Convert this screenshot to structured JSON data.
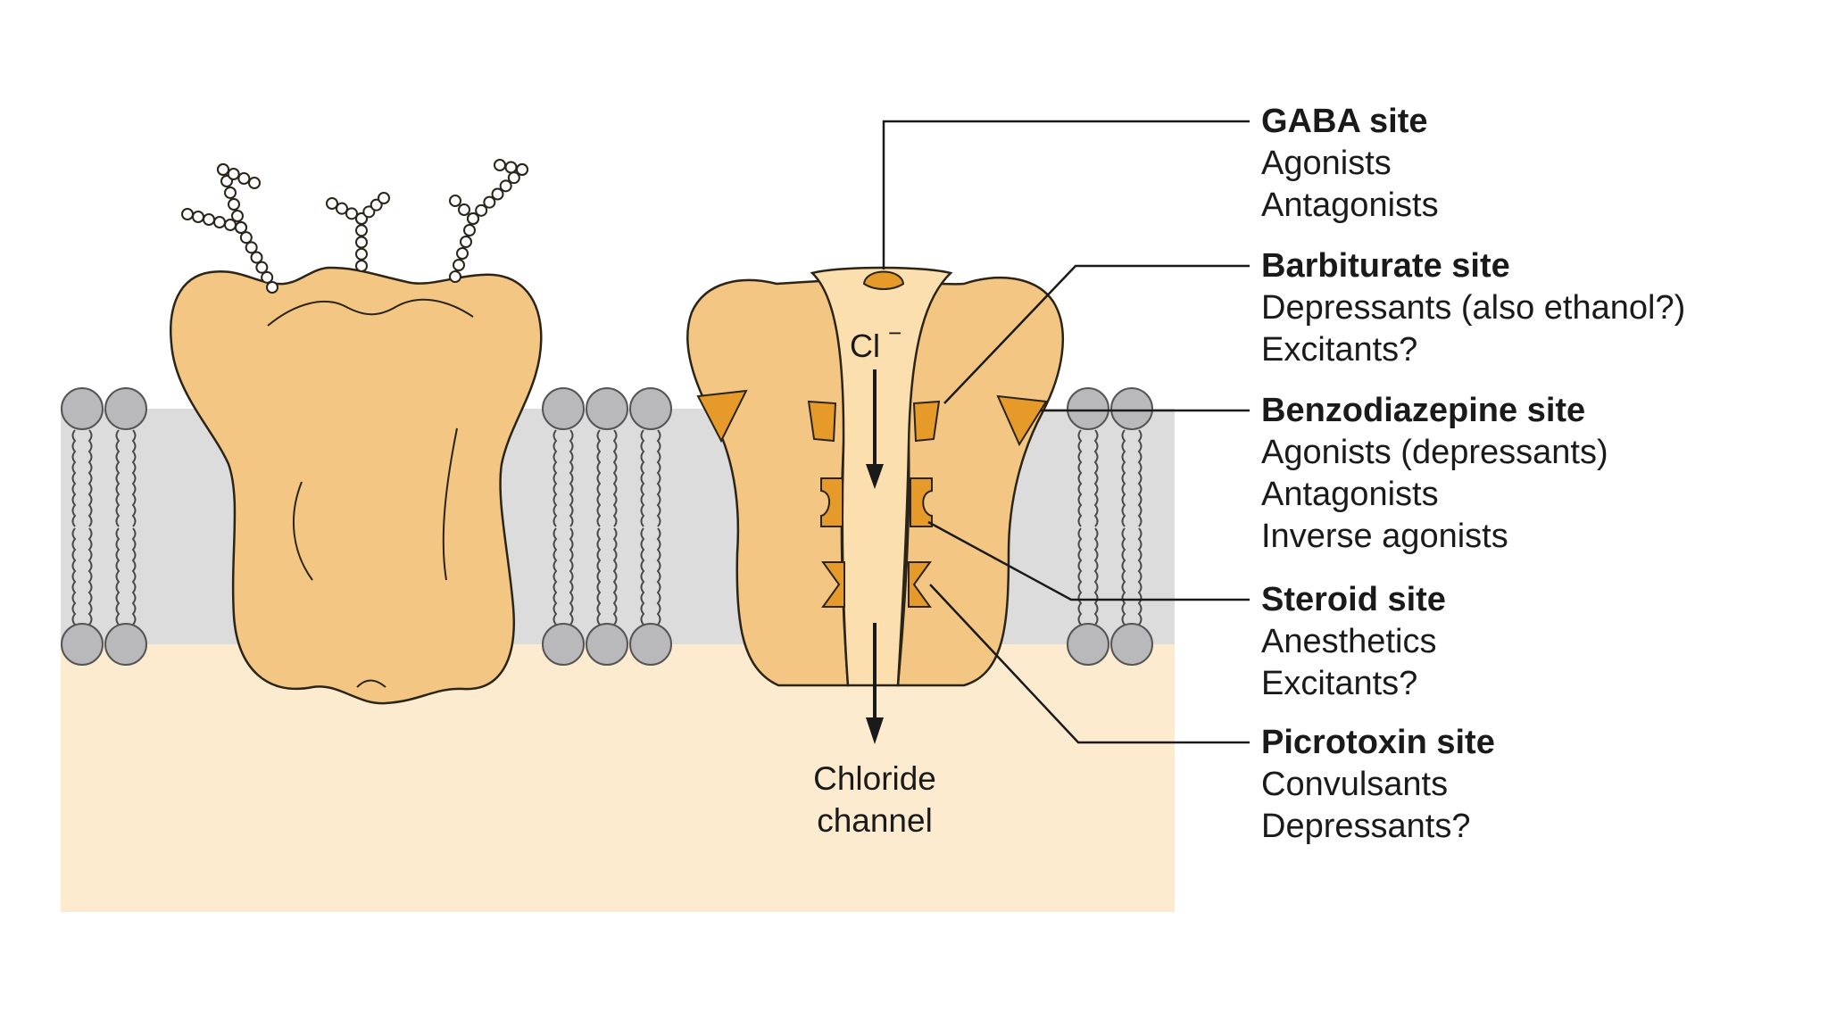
{
  "colors": {
    "protein_fill": "#f3c783",
    "protein_light": "#fbdfae",
    "protein_stroke": "#2b2418",
    "site_fill": "#e59a2a",
    "lipid_head": "#b9b9bb",
    "lipid_band": "#dcdcdd",
    "cytoplasm": "#fdebcf",
    "leader": "#1a1a1a"
  },
  "icons": {
    "sugar_chain": "glycosylation-tree-icon",
    "flow_arrow": "arrow-down-icon"
  },
  "channel": {
    "ion_symbol": "Cl",
    "ion_charge": "−",
    "caption_line1": "Chloride",
    "caption_line2": "channel"
  },
  "sites": [
    {
      "title": "GABA site",
      "lines": [
        "Agonists",
        "Antagonists"
      ]
    },
    {
      "title": "Barbiturate site",
      "lines": [
        "Depressants (also ethanol?)",
        "Excitants?"
      ]
    },
    {
      "title": "Benzodiazepine site",
      "lines": [
        "Agonists (depressants)",
        "Antagonists",
        "Inverse agonists"
      ]
    },
    {
      "title": "Steroid site",
      "lines": [
        "Anesthetics",
        "Excitants?"
      ]
    },
    {
      "title": "Picrotoxin site",
      "lines": [
        "Convulsants",
        "Depressants?"
      ]
    }
  ]
}
